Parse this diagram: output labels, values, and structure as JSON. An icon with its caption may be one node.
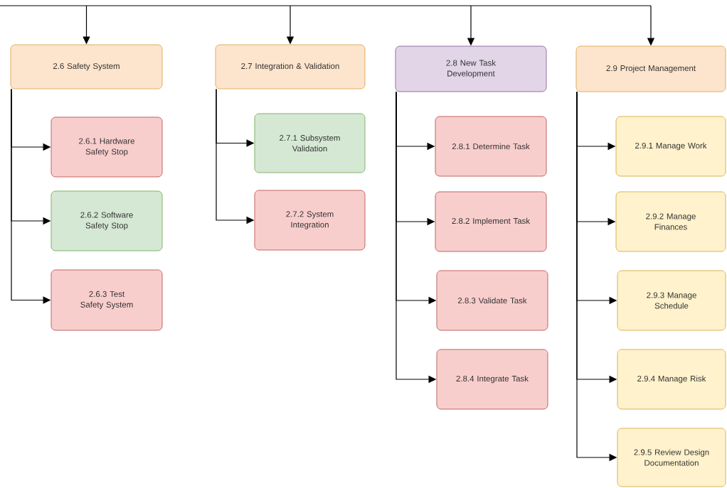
{
  "diagram": {
    "nodes": [
      {
        "text": [
          "2.6 Safety System"
        ]
      },
      {
        "text": [
          "2.6.1 Hardware Safety Stop"
        ]
      },
      {
        "text": [
          "2.6.2 Software Safety Stop"
        ]
      },
      {
        "text": [
          "2.6.3 Test Safety System"
        ]
      },
      {
        "text": [
          "2.7 Integration & Validation"
        ]
      },
      {
        "text": [
          "2.7.1 Subsystem Validation"
        ]
      },
      {
        "text": [
          "2.7.2 System Integration"
        ]
      },
      {
        "text": [
          "2.8 New Task Development"
        ]
      },
      {
        "text": [
          "2.8.1 Determine Task"
        ]
      },
      {
        "text": [
          "2.8.2 Implement Task"
        ]
      },
      {
        "text": [
          "2.8.3 Validate Task"
        ]
      },
      {
        "text": [
          "2.8.4 Integrate Task"
        ]
      },
      {
        "text": [
          "2.9 Project Management"
        ]
      },
      {
        "text": [
          "2.9.1 Manage Work"
        ]
      },
      {
        "text": [
          "2.9.2 Manage Finances"
        ]
      },
      {
        "text": [
          "2.9.3 Manage Schedule"
        ]
      },
      {
        "text": [
          "2.9.4 Manage Risk"
        ]
      },
      {
        "text": [
          "2.9.5 Review Design Documentation"
        ]
      }
    ],
    "edges": [
      {
        "from": null,
        "to": 0,
        "arrow": "to"
      },
      {
        "from": 0,
        "to": 1,
        "arrow": "to"
      },
      {
        "from": 0,
        "to": 2,
        "arrow": "to"
      },
      {
        "from": 0,
        "to": 3,
        "arrow": "to"
      },
      {
        "from": null,
        "to": 4,
        "arrow": "to"
      },
      {
        "from": 4,
        "to": 5,
        "arrow": "to"
      },
      {
        "from": 4,
        "to": 6,
        "arrow": "to"
      },
      {
        "from": null,
        "to": 7,
        "arrow": "to"
      },
      {
        "from": 7,
        "to": 8,
        "arrow": "to"
      },
      {
        "from": 7,
        "to": 9,
        "arrow": "to"
      },
      {
        "from": 7,
        "to": 10,
        "arrow": "to"
      },
      {
        "from": 7,
        "to": 11,
        "arrow": "to"
      },
      {
        "from": null,
        "to": 12,
        "arrow": "to"
      },
      {
        "from": 12,
        "to": 13,
        "arrow": "to"
      },
      {
        "from": 12,
        "to": 14,
        "arrow": "to"
      },
      {
        "from": 12,
        "to": 15,
        "arrow": "to"
      },
      {
        "from": 12,
        "to": 16,
        "arrow": "to"
      },
      {
        "from": 12,
        "to": 17,
        "arrow": "to"
      }
    ]
  }
}
